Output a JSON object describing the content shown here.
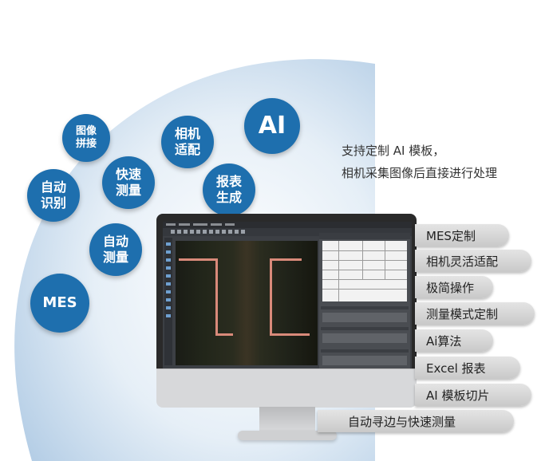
{
  "bubbles": [
    {
      "text": "图像\n拼接"
    },
    {
      "text": "相机\n适配"
    },
    {
      "text": "AI"
    },
    {
      "text": "快速\n测量"
    },
    {
      "text": "报表\n生成"
    },
    {
      "text": "自动\n识别"
    },
    {
      "text": "自动\n测量"
    },
    {
      "text": "MES"
    }
  ],
  "tagline": "支持定制 AI 模板，\n相机采集图像后直接进行处理",
  "features": [
    "MES定制",
    "相机灵活适配",
    "极简操作",
    "测量模式定制",
    "Ai算法",
    "Excel 报表",
    "AI 模板切片",
    "自动寻边与快速测量"
  ],
  "colors": {
    "bubble": "#1e6fae",
    "arc_light": "#e9f1f8",
    "arc_mid": "#bcd4ea",
    "feature_bg": "#d6d6d6"
  }
}
